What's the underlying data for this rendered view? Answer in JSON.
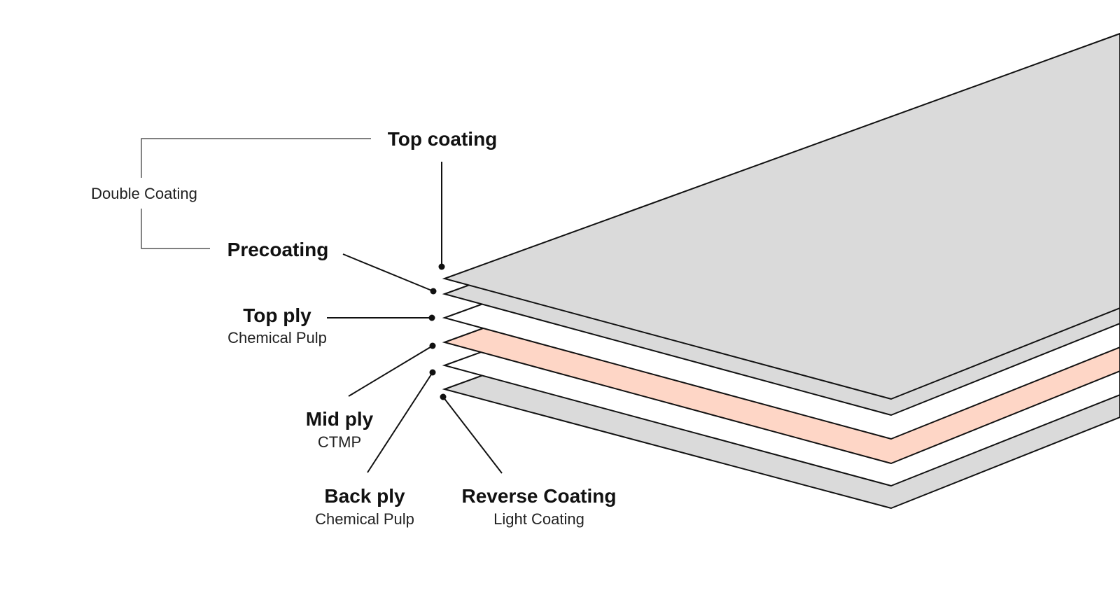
{
  "colors": {
    "coating": "#dadada",
    "ply_white": "#ffffff",
    "mid_ply": "#fed6c6",
    "outline": "#111111"
  },
  "group_label": "Double Coating",
  "layers": [
    {
      "id": "top-coating",
      "title": "Top coating",
      "subtitle": "",
      "fill": "#dadada"
    },
    {
      "id": "precoating",
      "title": "Precoating",
      "subtitle": "",
      "fill": "#dadada"
    },
    {
      "id": "top-ply",
      "title": "Top ply",
      "subtitle": "Chemical Pulp",
      "fill": "#ffffff"
    },
    {
      "id": "mid-ply",
      "title": "Mid ply",
      "subtitle": "CTMP",
      "fill": "#fed6c6"
    },
    {
      "id": "back-ply",
      "title": "Back ply",
      "subtitle": "Chemical Pulp",
      "fill": "#ffffff"
    },
    {
      "id": "reverse-coating",
      "title": "Reverse Coating",
      "subtitle": "Light Coating",
      "fill": "#dadada"
    }
  ]
}
